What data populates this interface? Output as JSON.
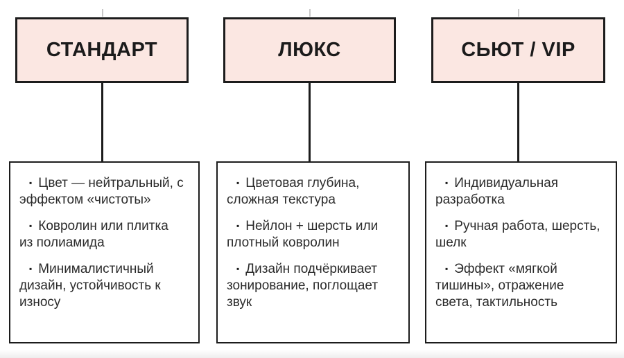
{
  "diagram": {
    "type": "comparison-flowchart",
    "bullet_marker": "▪",
    "colors": {
      "background": "#ffffff",
      "header_fill": "#fbe7e2",
      "border": "#1c1c1c",
      "heading_text": "#1b1b1b",
      "body_text": "#2b2b2b",
      "connector": "#1c1c1c",
      "top_stub": "#9a9a9a"
    },
    "columns": [
      {
        "id": "standard",
        "title": "СТАНДАРТ",
        "bullets": [
          "Цвет — нейтральный, с\nэффектом «чистоты»",
          "Ковролин или плитка\nиз полиамида",
          "Минималистичный\nдизайн, устойчивость к\nизносу"
        ]
      },
      {
        "id": "lux",
        "title": "ЛЮКС",
        "bullets": [
          "Цветовая глубина,\nсложная текстура",
          "Нейлон + шерсть или\nплотный ковролин",
          "Дизайн подчёркивает\nзонирование, поглощает\nзвук"
        ]
      },
      {
        "id": "suite-vip",
        "title": "СЬЮТ / VIP",
        "bullets": [
          "Индивидуальная\nразработка",
          "Ручная работа, шерсть,\nшелк",
          "Эффект «мягкой\nтишины», отражение\nсвета, тактильность"
        ]
      }
    ]
  }
}
